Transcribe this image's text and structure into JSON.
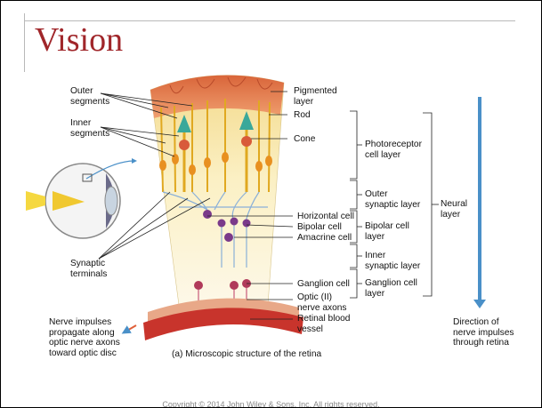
{
  "title": "Vision",
  "copyright": "Copyright © 2014 John Wiley & Sons, Inc. All rights reserved.",
  "caption": "(a) Microscopic structure of the retina",
  "labels": {
    "outer_segments": "Outer\nsegments",
    "inner_segments": "Inner\nsegments",
    "synaptic_terminals": "Synaptic\nterminals",
    "nerve_impulses_left": "Nerve impulses\npropagate along\noptic nerve axons\ntoward optic disc",
    "pigmented_layer": "Pigmented\nlayer",
    "rod": "Rod",
    "cone": "Cone",
    "horizontal_cell": "Horizontal cell",
    "bipolar_cell": "Bipolar cell",
    "amacrine_cell": "Amacrine cell",
    "ganglion_cell": "Ganglion cell",
    "optic_nerve_axons": "Optic (II)\nnerve axons",
    "retinal_blood_vessel": "Retinal blood\nvessel"
  },
  "layers": {
    "photoreceptor": "Photoreceptor\ncell layer",
    "outer_synaptic": "Outer\nsynaptic layer",
    "neural": "Neural\nlayer",
    "bipolar": "Bipolar cell\nlayer",
    "inner_synaptic": "Inner\nsynaptic layer",
    "ganglion": "Ganglion cell\nlayer"
  },
  "direction_label": "Direction of\nnerve impulses\nthrough retina",
  "colors": {
    "title": "#a0262a",
    "arrow": "#4a90c8",
    "pigment": "#e07a3f",
    "tissue": "#f7e6a8",
    "vessel": "#c8342c",
    "neuron": "#b03a5a"
  }
}
